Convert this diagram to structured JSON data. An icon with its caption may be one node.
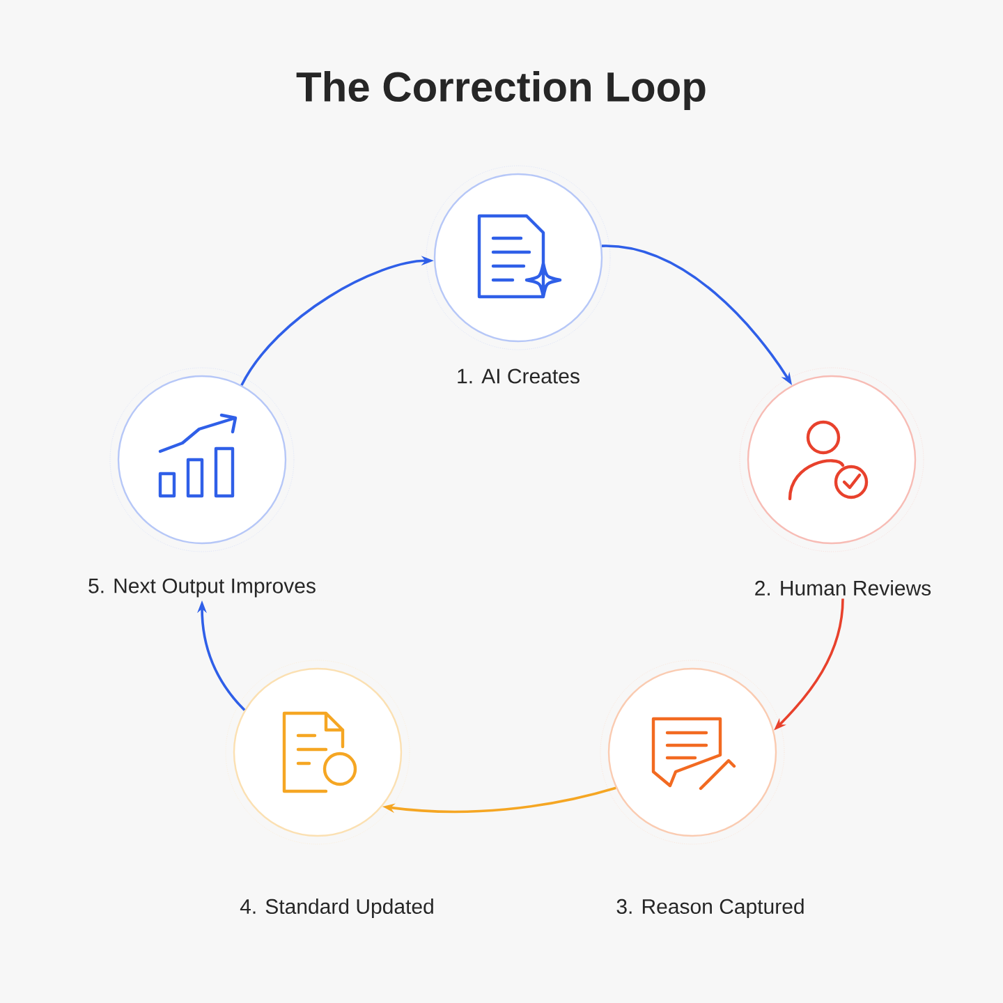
{
  "diagram": {
    "title": "The Correction Loop",
    "nodes": [
      {
        "text": [
          "1. AI Creates"
        ]
      },
      {
        "text": [
          "2. Human Reviews"
        ]
      },
      {
        "text": [
          "3. Reason Captured"
        ]
      },
      {
        "text": [
          "4. Standard Updated"
        ]
      },
      {
        "text": [
          "5. Next Output Improves"
        ]
      }
    ],
    "edges": [
      {
        "from": 0,
        "to": 1,
        "arrow": "to",
        "color": "#2f5fe8"
      },
      {
        "from": 1,
        "to": 2,
        "arrow": "to",
        "color": "#e8412c"
      },
      {
        "from": 2,
        "to": 3,
        "arrow": "to",
        "color": "#f5a623"
      },
      {
        "from": 3,
        "to": 4,
        "arrow": "to",
        "color": "#2f5fe8"
      },
      {
        "from": 4,
        "to": 0,
        "arrow": "to",
        "color": "#2f5fe8"
      }
    ]
  }
}
